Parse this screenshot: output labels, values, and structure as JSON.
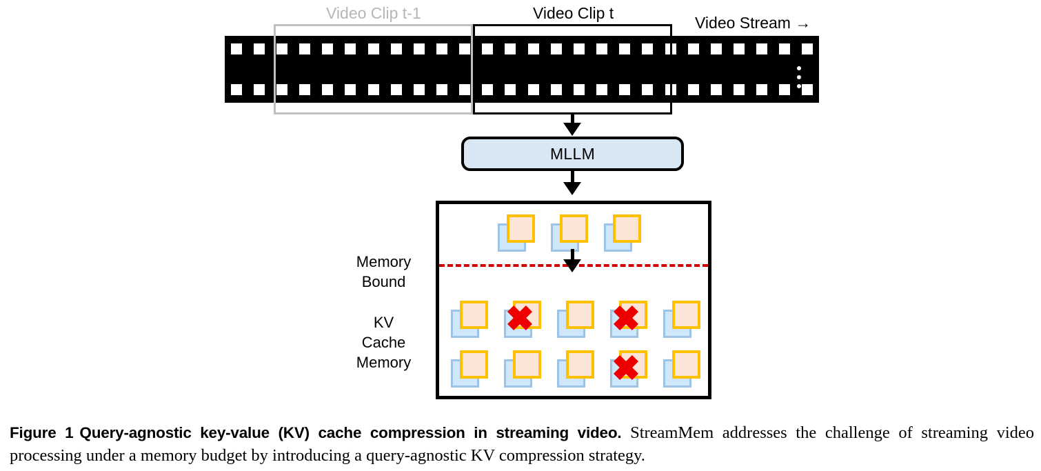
{
  "figure": {
    "top_labels": {
      "clip_prev": "Video Clip t-1",
      "clip_current": "Video Clip t",
      "video_stream": "Video Stream →"
    },
    "model_box": {
      "label": "MLLM"
    },
    "memory_box": {
      "memory_bound_label": "Memory\nBound",
      "kv_cache_label": "KV\nCache\nMemory"
    },
    "film_strip": {
      "perforation_count": 26,
      "row_count": 2,
      "ellipsis_dots": 3
    },
    "kv_units": {
      "incoming_row": [
        {
          "evicted": false
        },
        {
          "evicted": false
        },
        {
          "evicted": false
        }
      ],
      "cache_row_1": [
        {
          "evicted": false
        },
        {
          "evicted": true
        },
        {
          "evicted": false
        },
        {
          "evicted": true
        },
        {
          "evicted": false
        }
      ],
      "cache_row_2": [
        {
          "evicted": false
        },
        {
          "evicted": false
        },
        {
          "evicted": false
        },
        {
          "evicted": true
        },
        {
          "evicted": false
        }
      ]
    },
    "colors": {
      "film_strip": "#000000",
      "perforation": "#ffffff",
      "clip_prev_border": "#bfbfbf",
      "clip_current_border": "#000000",
      "mllm_fill": "#d9e6f3",
      "mllm_border": "#000000",
      "memory_bound_line": "#d40000",
      "kv_key_fill": "#cfe7fa",
      "kv_key_border": "#9dc3e6",
      "kv_value_fill": "#fce4d6",
      "kv_value_border": "#ffc000",
      "evict_mark": "#ee0000"
    }
  },
  "caption": {
    "lead": "Figure 1",
    "bold_title": "Query-agnostic key-value (KV) cache compression in streaming video.",
    "body": "StreamMem addresses the challenge of streaming video processing under a memory budget by introducing a query-agnostic KV compression strategy."
  }
}
